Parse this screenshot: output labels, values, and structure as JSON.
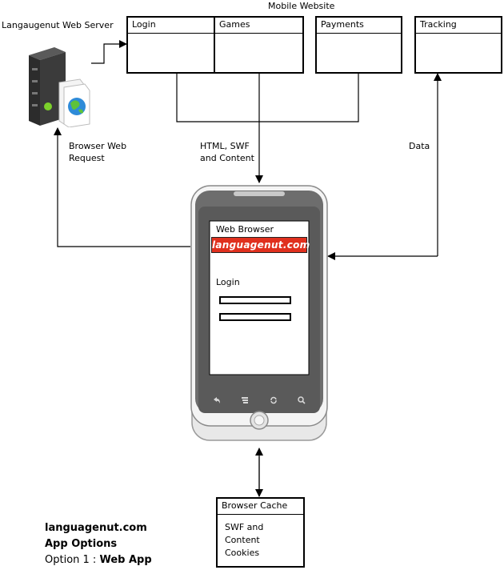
{
  "server": {
    "label": "Langaugenut Web Server"
  },
  "mobile_website": {
    "label": "Mobile Website",
    "boxes": [
      {
        "title": "Login"
      },
      {
        "title": "Games"
      },
      {
        "title": "Payments"
      }
    ]
  },
  "tracking": {
    "title": "Tracking"
  },
  "edges": {
    "browser_request": "Browser Web\nRequest",
    "html_swf": "HTML, SWF\nand Content",
    "data": "Data"
  },
  "phone": {
    "screen_title": "Web Browser",
    "logo_text": "languagenut.com",
    "login_label": "Login",
    "colors": {
      "logo_bg": "#e0301e",
      "logo_text": "#ffffff"
    }
  },
  "cache": {
    "title": "Browser Cache",
    "body": "SWF and\nContent\nCookies"
  },
  "caption": {
    "line1": "languagenut.com",
    "line2": "App Options",
    "line3_prefix": "Option 1 : ",
    "line3_bold": "Web App"
  }
}
